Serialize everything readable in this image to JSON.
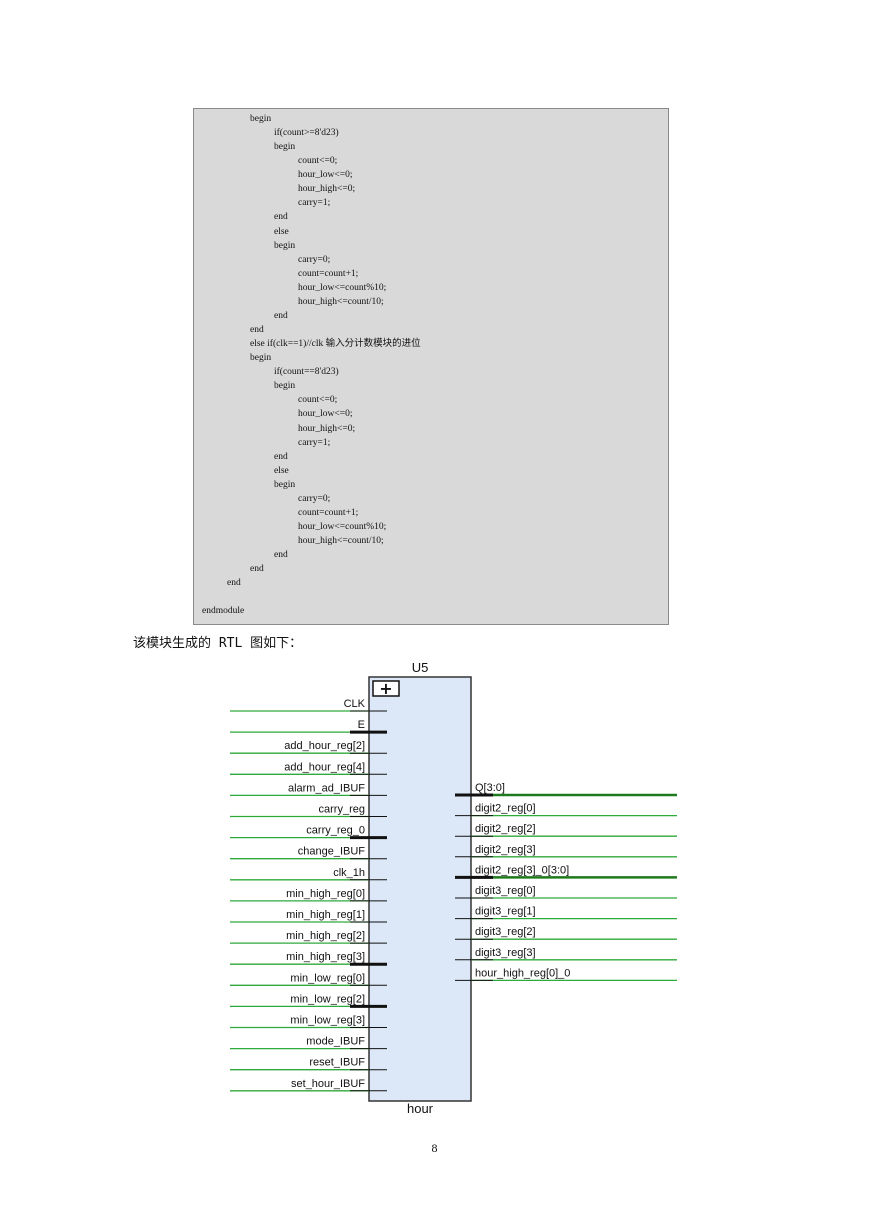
{
  "code": {
    "lines": [
      {
        "indent": 1,
        "text": "begin"
      },
      {
        "indent": 2,
        "text": "if(count>=8'd23)"
      },
      {
        "indent": 2,
        "text": "begin"
      },
      {
        "indent": 3,
        "text": "count<=0;"
      },
      {
        "indent": 3,
        "text": "hour_low<=0;"
      },
      {
        "indent": 3,
        "text": "hour_high<=0;"
      },
      {
        "indent": 3,
        "text": "carry=1;"
      },
      {
        "indent": 2,
        "text": "end"
      },
      {
        "indent": 2,
        "text": "else"
      },
      {
        "indent": 2,
        "text": "begin"
      },
      {
        "indent": 3,
        "text": "carry=0;"
      },
      {
        "indent": 3,
        "text": "count=count+1;"
      },
      {
        "indent": 3,
        "text": "hour_low<=count%10;"
      },
      {
        "indent": 3,
        "text": "hour_high<=count/10;"
      },
      {
        "indent": 2,
        "text": "end"
      },
      {
        "indent": 1,
        "text": "end"
      },
      {
        "indent": 1,
        "text": "else if(clk==1)//clk 输入分计数模块的进位"
      },
      {
        "indent": 1,
        "text": "begin"
      },
      {
        "indent": 2,
        "text": "if(count==8'd23)"
      },
      {
        "indent": 2,
        "text": "begin"
      },
      {
        "indent": 3,
        "text": "count<=0;"
      },
      {
        "indent": 3,
        "text": "hour_low<=0;"
      },
      {
        "indent": 3,
        "text": "hour_high<=0;"
      },
      {
        "indent": 3,
        "text": "carry=1;"
      },
      {
        "indent": 2,
        "text": "end"
      },
      {
        "indent": 2,
        "text": "else"
      },
      {
        "indent": 2,
        "text": "begin"
      },
      {
        "indent": 3,
        "text": "carry=0;"
      },
      {
        "indent": 3,
        "text": "count=count+1;"
      },
      {
        "indent": 3,
        "text": "hour_low<=count%10;"
      },
      {
        "indent": 3,
        "text": "hour_high<=count/10;"
      },
      {
        "indent": 2,
        "text": "end"
      },
      {
        "indent": 1,
        "text": "end"
      },
      {
        "indent": 0,
        "text": "end"
      },
      {
        "indent": -1,
        "text": ""
      },
      {
        "indent": -1,
        "text": "endmodule"
      }
    ]
  },
  "caption": "该模块生成的 RTL 图如下：",
  "rtl": {
    "instance_label": "U5",
    "module_label": "hour",
    "expand_symbol": "+",
    "inputs": [
      {
        "name": "CLK",
        "bus": false
      },
      {
        "name": "E",
        "bus": true
      },
      {
        "name": "add_hour_reg[2]",
        "bus": false
      },
      {
        "name": "add_hour_reg[4]",
        "bus": false
      },
      {
        "name": "alarm_ad_IBUF",
        "bus": false
      },
      {
        "name": "carry_reg",
        "bus": false
      },
      {
        "name": "carry_reg_0",
        "bus": true
      },
      {
        "name": "change_IBUF",
        "bus": false
      },
      {
        "name": "clk_1h",
        "bus": false
      },
      {
        "name": "min_high_reg[0]",
        "bus": false
      },
      {
        "name": "min_high_reg[1]",
        "bus": false
      },
      {
        "name": "min_high_reg[2]",
        "bus": false
      },
      {
        "name": "min_high_reg[3]",
        "bus": true
      },
      {
        "name": "min_low_reg[0]",
        "bus": false
      },
      {
        "name": "min_low_reg[2]",
        "bus": true
      },
      {
        "name": "min_low_reg[3]",
        "bus": false
      },
      {
        "name": "mode_IBUF",
        "bus": false
      },
      {
        "name": "reset_IBUF",
        "bus": false
      },
      {
        "name": "set_hour_IBUF",
        "bus": false
      }
    ],
    "outputs": [
      {
        "name": "Q[3:0]",
        "bus": true
      },
      {
        "name": "digit2_reg[0]",
        "bus": false
      },
      {
        "name": "digit2_reg[2]",
        "bus": false
      },
      {
        "name": "digit2_reg[3]",
        "bus": false
      },
      {
        "name": "digit2_reg[3]_0[3:0]",
        "bus": true
      },
      {
        "name": "digit3_reg[0]",
        "bus": false
      },
      {
        "name": "digit3_reg[1]",
        "bus": false
      },
      {
        "name": "digit3_reg[2]",
        "bus": false
      },
      {
        "name": "digit3_reg[3]",
        "bus": false
      },
      {
        "name": "hour_high_reg[0]_0",
        "bus": false
      }
    ],
    "colors": {
      "block_fill": "#dce8f7",
      "block_stroke": "#333333",
      "wire": "#2eaa3a",
      "bus_wire": "#1f7a1f",
      "pin": "#111111"
    }
  },
  "page_number": "8"
}
